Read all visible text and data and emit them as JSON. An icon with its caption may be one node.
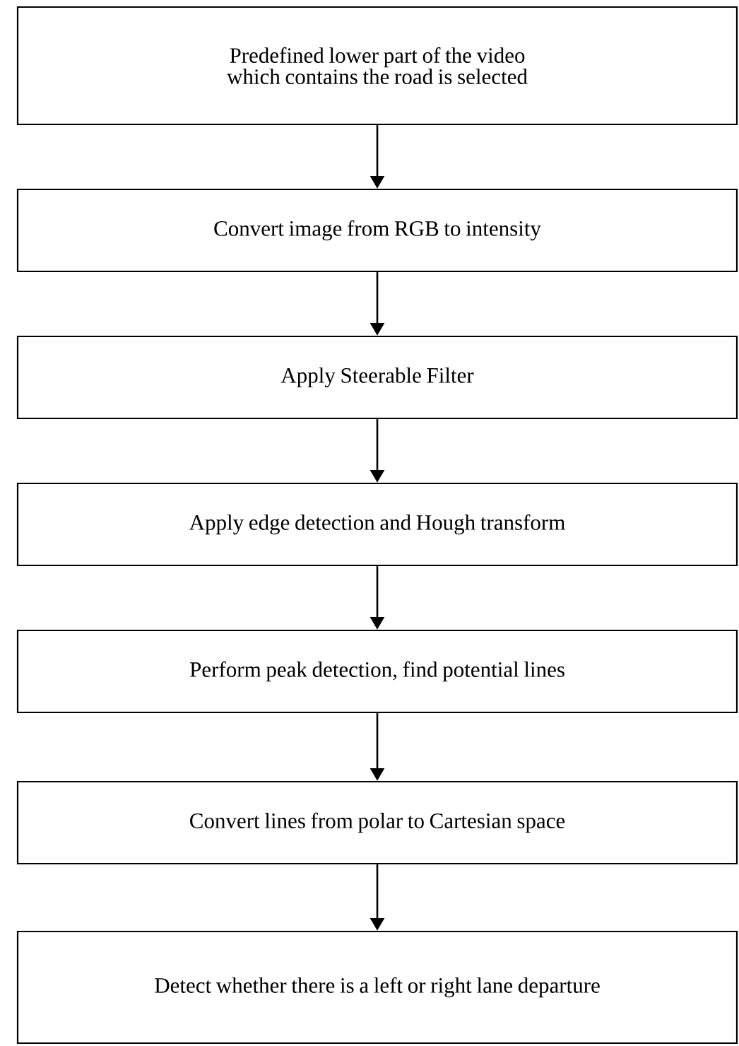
{
  "diagram": {
    "nodes": [
      {
        "text": [
          "Predefined lower part of the video which contains the road is selected"
        ]
      },
      {
        "text": [
          "Convert image from RGB to intensity"
        ]
      },
      {
        "text": [
          "Apply Steerable Filter"
        ]
      },
      {
        "text": [
          "Apply edge detection and Hough transform"
        ]
      },
      {
        "text": [
          "Perform peak detection, find potential lines"
        ]
      },
      {
        "text": [
          "Convert lines from polar to Cartesian space"
        ]
      },
      {
        "text": [
          "Detect whether there is a left or right lane departure"
        ]
      }
    ],
    "edges": [
      {
        "from": 0,
        "to": 1,
        "arrow": "to"
      },
      {
        "from": 1,
        "to": 2,
        "arrow": "to"
      },
      {
        "from": 2,
        "to": 3,
        "arrow": "to"
      },
      {
        "from": 3,
        "to": 4,
        "arrow": "to"
      },
      {
        "from": 4,
        "to": 5,
        "arrow": "to"
      },
      {
        "from": 5,
        "to": 6,
        "arrow": "to"
      }
    ]
  }
}
